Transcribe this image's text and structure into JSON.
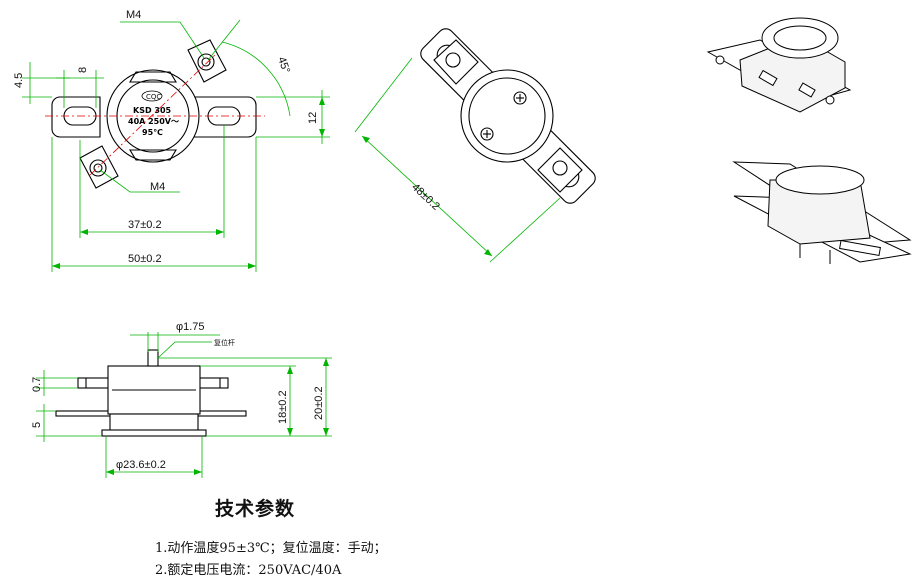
{
  "dimensions": {
    "m4_top": "M4",
    "m4_bottom": "M4",
    "angle": "45°",
    "height_4_5": "4.5",
    "width_8": "8",
    "height_12": "12",
    "pitch_37": "37±0.2",
    "length_50": "50±0.2",
    "diag_48": "48±0.2",
    "pin_dia": "φ1.75",
    "reset_rod": "复位杆",
    "h_0_7": "0.7",
    "h_5": "5",
    "h_18": "18±0.2",
    "h_20": "20±0.2",
    "body_dia": "φ23.6±0.2"
  },
  "label": {
    "logo": "CQC",
    "model": "KSD 305",
    "rating": "40A 250V～",
    "temp": "95℃"
  },
  "specs": {
    "title": "技术参数",
    "line1": "1.动作温度95±3℃；复位温度：手动；",
    "line2": "2.额定电压电流：250VAC/40A"
  },
  "colors": {
    "outline": "#000000",
    "dimension": "#00b400",
    "centerline": "#e00000"
  }
}
